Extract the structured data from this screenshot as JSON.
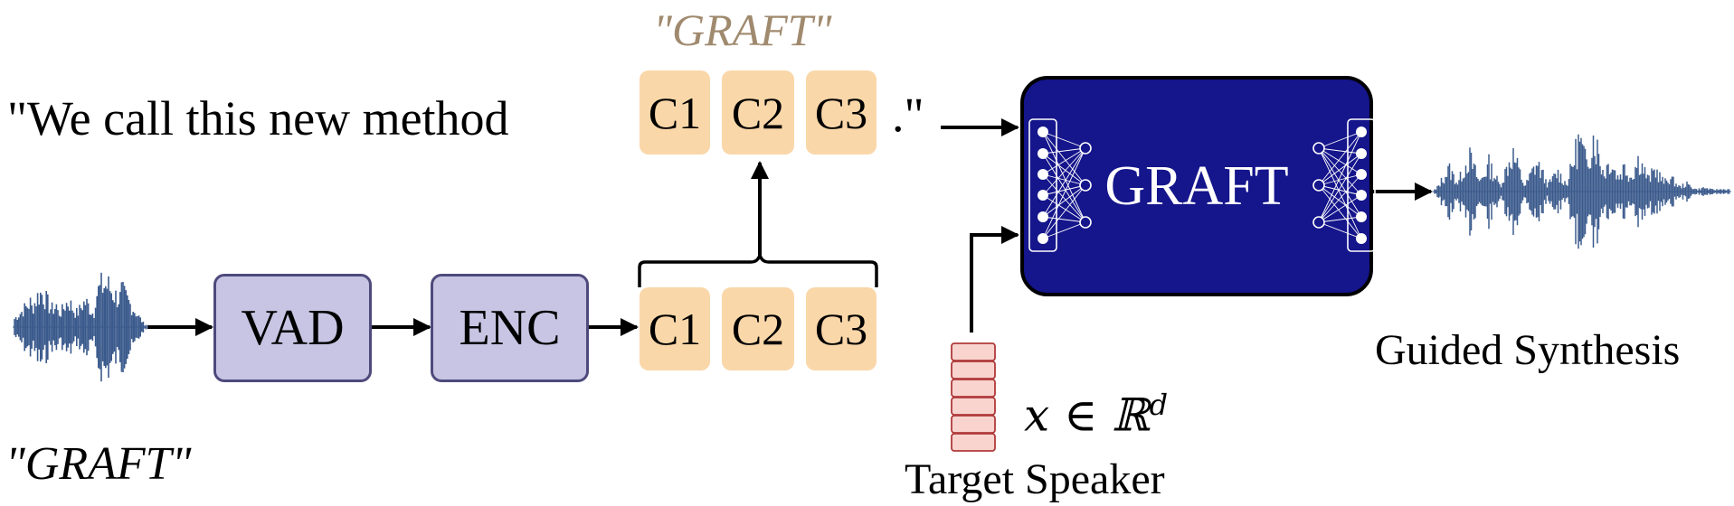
{
  "transcript": {
    "prefix": "\"We call this new method",
    "suffix": ".\"",
    "highlight_label": "\"GRAFT\"",
    "highlight_color": "#a08a6e",
    "code_tokens": [
      "C1",
      "C2",
      "C3"
    ]
  },
  "input_label": "\"GRAFT\"",
  "pipeline": {
    "vad_label": "VAD",
    "enc_label": "ENC",
    "output_tokens": [
      "C1",
      "C2",
      "C3"
    ],
    "module_color": "#c7c5e3",
    "token_color": "#fad7a9"
  },
  "model": {
    "label": "GRAFT",
    "color": "#15158c"
  },
  "speaker": {
    "formula": "x ∈ ℝ",
    "formula_sup": "d",
    "caption": "Target Speaker",
    "embedding_color": "#f9d4cf"
  },
  "output": {
    "caption": "Guided Synthesis",
    "waveform_color": "#3b5a8c"
  }
}
